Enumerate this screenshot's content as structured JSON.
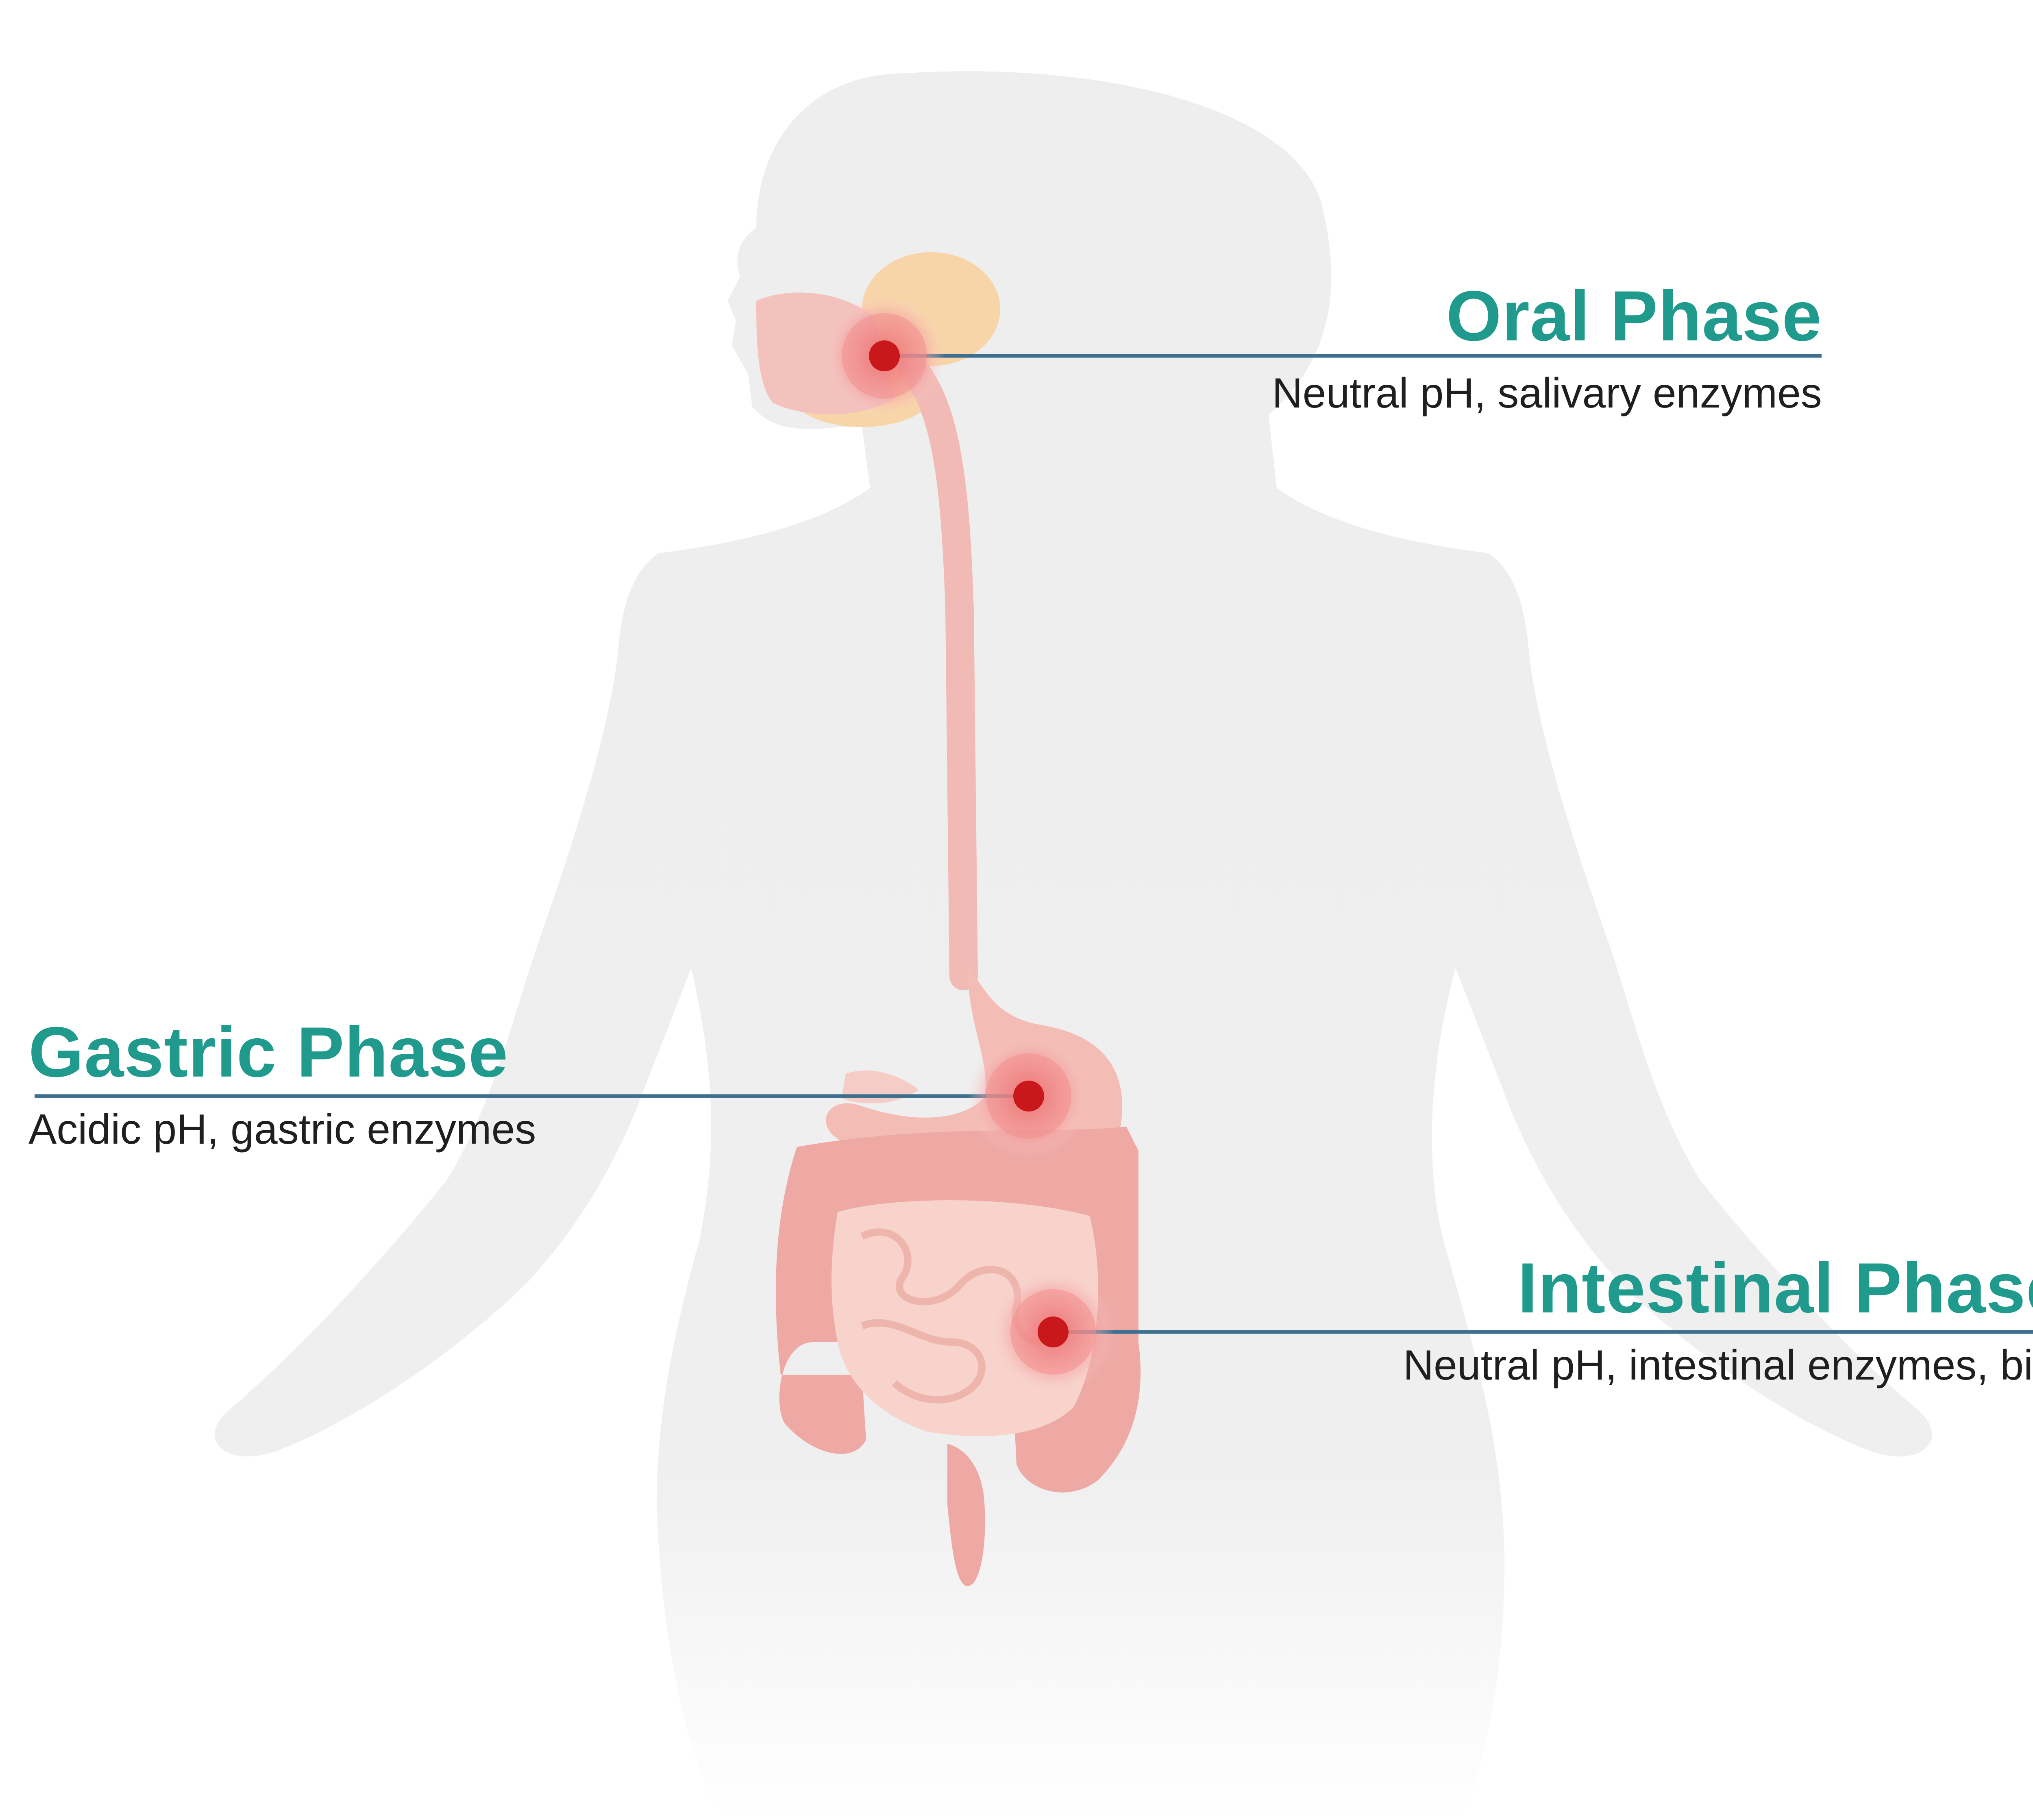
{
  "colors": {
    "accent": "#1f9a8c",
    "leader_line": "#3f6f8f",
    "marker": "#c8181c",
    "marker_glow": "#ee7c7c",
    "body_silhouette": "#eeeeee",
    "organ": "#efb0a9"
  },
  "phases": [
    {
      "id": "oral",
      "title": "Oral Phase",
      "description": "Neutral pH, salivary enzymes"
    },
    {
      "id": "gastric",
      "title": "Gastric Phase",
      "description": "Acidic pH, gastric enzymes"
    },
    {
      "id": "intestinal",
      "title": "Intestinal Phase",
      "description": "Neutral pH, intestinal enzymes, bile"
    }
  ]
}
